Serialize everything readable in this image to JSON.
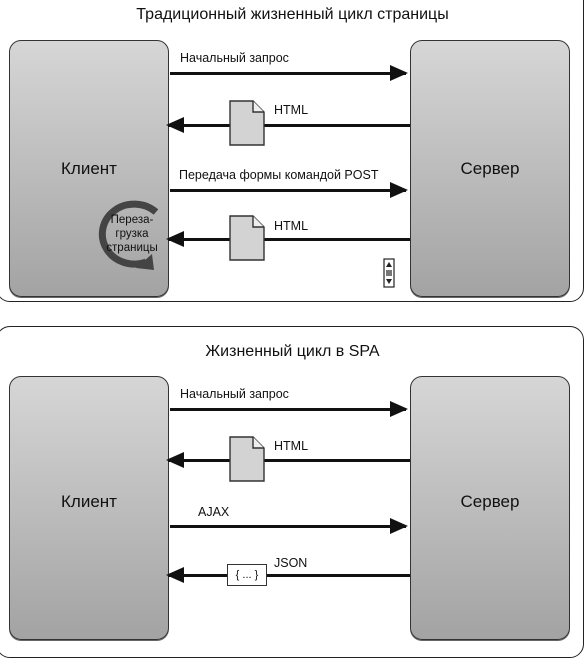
{
  "traditional": {
    "title": "Традиционный жизненный цикл страницы",
    "client_label": "Клиент",
    "server_label": "Сервер",
    "msg_initial": "Начальный запрос",
    "msg_html_1": "HTML",
    "msg_post": "Передача формы командой POST",
    "msg_html_2": "HTML",
    "reload": {
      "line1": "Переза-",
      "line2": "грузка",
      "line3": "страницы"
    }
  },
  "spa": {
    "title": "Жизненный цикл в SPA",
    "client_label": "Клиент",
    "server_label": "Сервер",
    "msg_initial": "Начальный запрос",
    "msg_html": "HTML",
    "msg_ajax": "AJAX",
    "msg_json": "JSON",
    "json_glyph": "{ ... }"
  },
  "colors": {
    "box_top": "#d6d6d6",
    "box_bottom": "#a3a3a3",
    "arrow": "#111111",
    "reload_arrow": "#444444"
  }
}
